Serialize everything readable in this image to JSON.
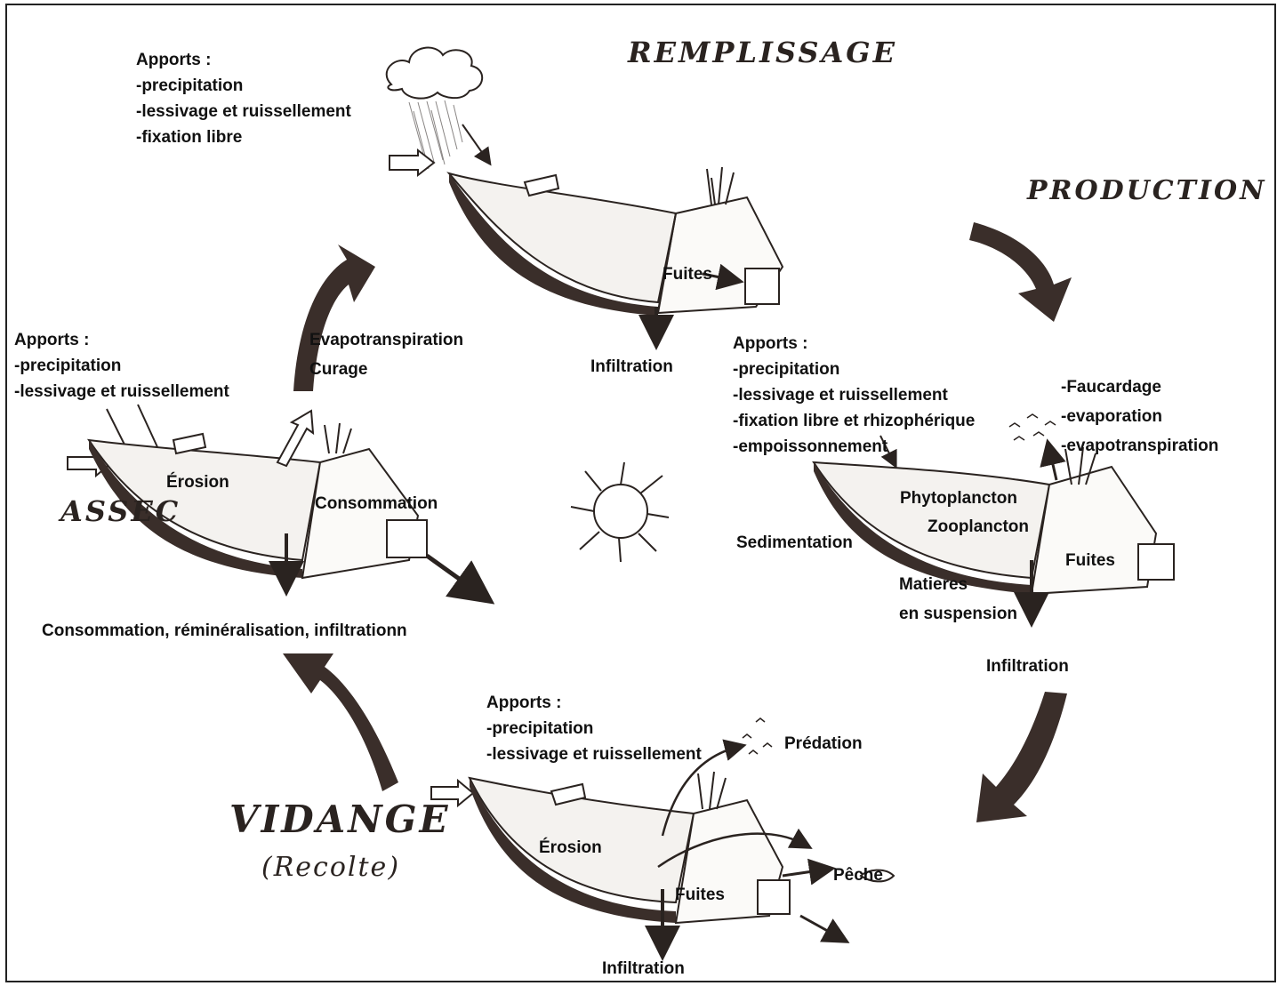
{
  "stages": {
    "remplissage": "REMPLISSAGE",
    "production": "PRODUCTION",
    "vidange": "VIDANGE",
    "vidange_sub": "(Recolte)",
    "assec": "ASSEC"
  },
  "remplissage": {
    "apports": [
      "Apports :",
      "-precipitation",
      "-lessivage et ruissellement",
      "-fixation libre"
    ],
    "fuites": "Fuites",
    "infiltration": "Infiltration"
  },
  "production": {
    "apports": [
      "Apports :",
      "-precipitation",
      "-lessivage et ruissellement",
      "-fixation libre et rhizophérique",
      "-empoissonnement"
    ],
    "pertes": [
      "-Faucardage",
      "-evaporation",
      "-evapotranspiration"
    ],
    "phytoplancton": "Phytoplancton",
    "zooplancton": "Zooplancton",
    "sedimentation": "Sedimentation",
    "fuites": "Fuites",
    "matieres": [
      "Matieres",
      "en suspension"
    ],
    "infiltration": "Infiltration"
  },
  "vidange": {
    "apports": [
      "Apports :",
      "-precipitation",
      "-lessivage et ruissellement"
    ],
    "predation": "Prédation",
    "erosion": "Érosion",
    "fuites": "Fuites",
    "peche": "Pêche",
    "infiltration": "Infiltration"
  },
  "assec": {
    "apports": [
      "Apports :",
      "-precipitation",
      "-lessivage et ruissellement"
    ],
    "evapotranspiration": "Evapotranspiration",
    "curage": "Curage",
    "erosion": "Érosion",
    "consommation": "Consommation",
    "bottom": "Consommation, réminéralisation, infiltrationn"
  },
  "colors": {
    "ink": "#111111",
    "pen": "#2a2320",
    "frame": "#222222"
  }
}
